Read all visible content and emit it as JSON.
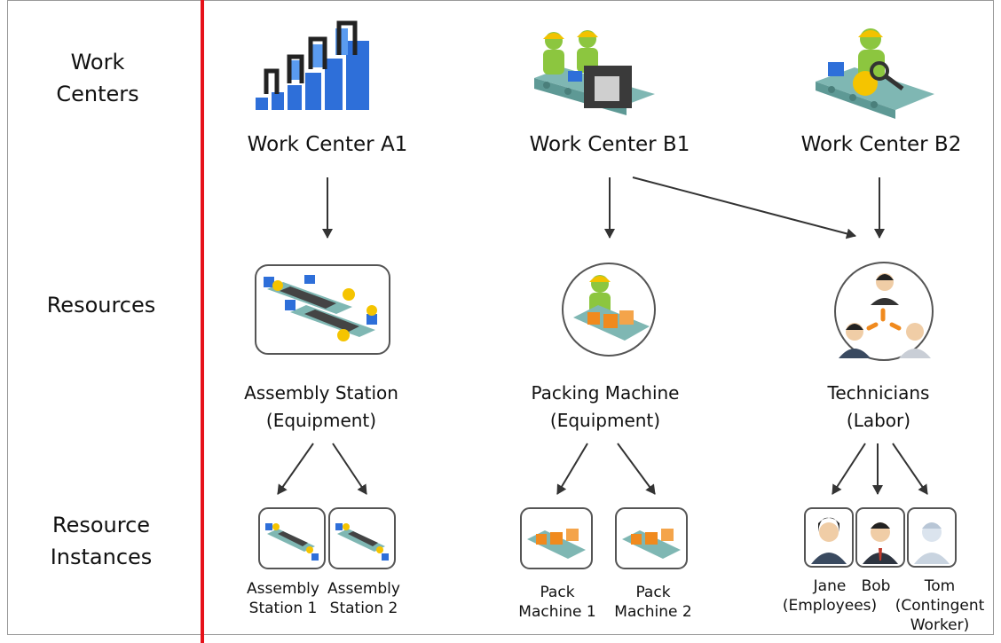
{
  "row_labels": {
    "work_centers": [
      "Work",
      "Centers"
    ],
    "resources": [
      "Resources"
    ],
    "resource_instances": [
      "Resource",
      "Instances"
    ]
  },
  "work_centers": [
    {
      "title": "Work Center A1",
      "icon": "assembly-line-icon"
    },
    {
      "title": "Work Center B1",
      "icon": "packing-workers-icon"
    },
    {
      "title": "Work Center B2",
      "icon": "inspection-worker-icon"
    }
  ],
  "resources": [
    {
      "name": "Assembly Station",
      "type": "(Equipment)",
      "icon": "conveyor-equipment-icon"
    },
    {
      "name": "Packing Machine",
      "type": "(Equipment)",
      "icon": "packing-machine-icon"
    },
    {
      "name": "Technicians",
      "type": "(Labor)",
      "icon": "labor-group-icon"
    }
  ],
  "instances": [
    {
      "lines": [
        "Assembly",
        "Station 1"
      ]
    },
    {
      "lines": [
        "Assembly",
        "Station 2"
      ]
    },
    {
      "lines": [
        "Pack",
        "Machine 1"
      ]
    },
    {
      "lines": [
        "Pack",
        "Machine 2"
      ]
    },
    {
      "lines": [
        "Jane",
        "(Employees)"
      ]
    },
    {
      "lines": [
        "Bob"
      ]
    },
    {
      "lines": [
        "Tom",
        "(Contingent",
        "Worker)"
      ]
    }
  ],
  "colors": {
    "divider": "#e6121a",
    "blue": "#2e6fd9",
    "orange": "#f08a1e",
    "green_worker": "#8cc63f",
    "conveyor": "#7fb7b3"
  }
}
